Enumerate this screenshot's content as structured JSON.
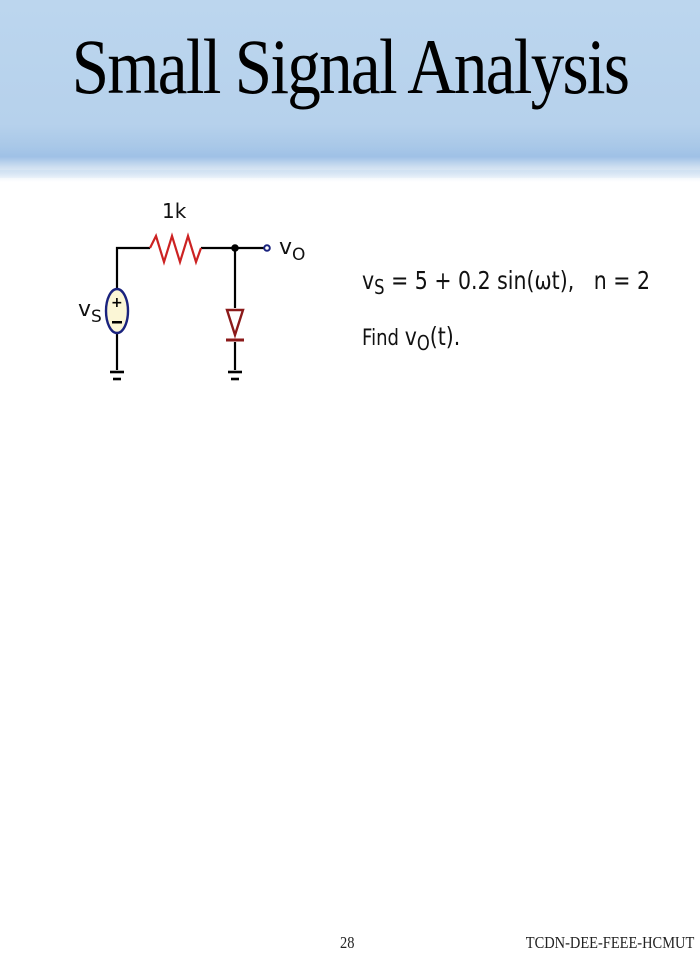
{
  "slide": {
    "title": "Small Signal Analysis",
    "page_number": "28",
    "footer": "TCDN-DEE-FEEE-HCMUT"
  },
  "circuit": {
    "resistor_label": "1k",
    "source_label": "v",
    "source_label_sub": "S",
    "output_label": "v",
    "output_label_sub": "O",
    "source_plus": "+",
    "source_minus": "−",
    "colors": {
      "wire": "#000000",
      "resistor": "#cc2222",
      "diode": "#8b1a1a",
      "source_outline": "#1a237e",
      "source_fill": "#fbf6d6",
      "output_terminal": "#1a237e"
    }
  },
  "problem": {
    "eq_lhs": "v",
    "eq_lhs_sub": "S",
    "eq_rhs": " = 5 + 0.2 sin(ωt),   n = 2",
    "find_prefix": "Find ",
    "find_var": "v",
    "find_var_sub": "O",
    "find_suffix": "(t)."
  }
}
